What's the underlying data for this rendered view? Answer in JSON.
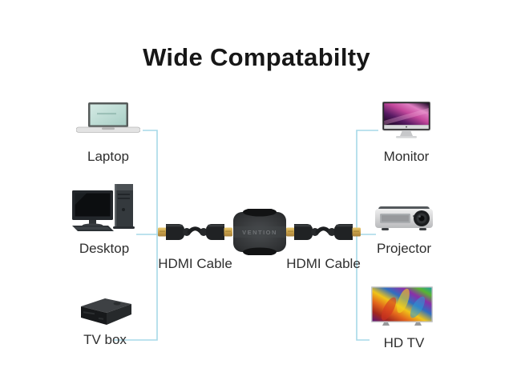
{
  "title": "Wide Compatabilty",
  "devices": {
    "laptop": {
      "label": "Laptop"
    },
    "desktop": {
      "label": "Desktop"
    },
    "tvbox": {
      "label": "TV box"
    },
    "monitor": {
      "label": "Monitor"
    },
    "projector": {
      "label": "Projector"
    },
    "hdtv": {
      "label": "HD TV"
    }
  },
  "cables": {
    "left_label": "HDMI Cable",
    "right_label": "HDMI Cable"
  },
  "adapter": {
    "brand": "VENTION"
  },
  "icons": {
    "left": [
      "laptop-icon",
      "desktop-icon",
      "tvbox-icon"
    ],
    "center": [
      "hdmi-cable-icon",
      "hdmi-coupler-icon",
      "hdmi-cable-icon"
    ],
    "right": [
      "monitor-icon",
      "projector-icon",
      "hdtv-icon"
    ]
  },
  "colors": {
    "background": "#ffffff",
    "connector_line": "#a6d8e8",
    "title_text": "#171717",
    "label_text": "#2e2e2e",
    "hdmi_gold": "#d2a94e",
    "plug_black": "#202224",
    "adapter_body": "#2b2d2f"
  }
}
